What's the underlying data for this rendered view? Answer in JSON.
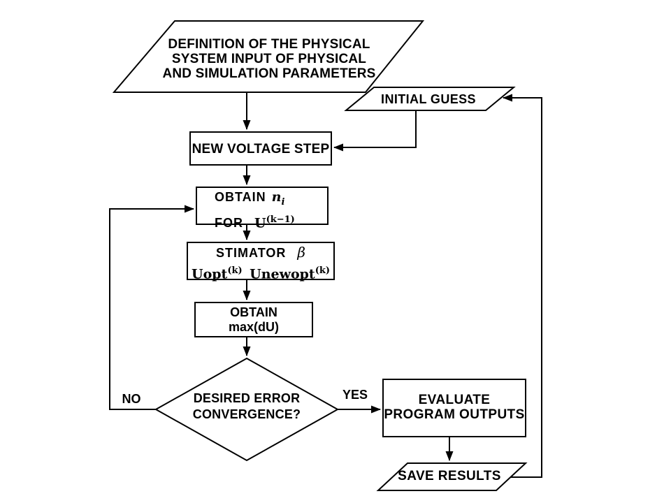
{
  "colors": {
    "background": "#ffffff",
    "stroke": "#000000",
    "text": "#000000"
  },
  "nodes": {
    "definition": {
      "lines": [
        "DEFINITION OF THE PHYSICAL",
        "SYSTEM INPUT OF PHYSICAL",
        "AND SIMULATION PARAMETERS"
      ]
    },
    "initial_guess": {
      "label": "INITIAL GUESS"
    },
    "new_voltage_step": {
      "label": "NEW VOLTAGE STEP"
    },
    "obtain_carriers": {
      "prefix1": "OBTAIN",
      "math1_base": "n",
      "math1_sub": "i",
      "prefix2": "FOR",
      "math2_base": "U",
      "math2_sup": "(k−1)"
    },
    "stimator": {
      "title": "STIMATOR",
      "beta": "β",
      "uopt_base": "Uopt",
      "uopt_sup": "(k)",
      "unewopt_base": "Unewopt",
      "unewopt_sup": "(k)"
    },
    "obtain_max": {
      "line1": "OBTAIN",
      "line2": "max(dU)"
    },
    "decision": {
      "line1": "DESIRED ERROR",
      "line2": "CONVERGENCE?"
    },
    "evaluate": {
      "line1": "EVALUATE",
      "line2": "PROGRAM OUTPUTS"
    },
    "save_results": {
      "label": "SAVE RESULTS"
    }
  },
  "edge_labels": {
    "no": "NO",
    "yes": "YES"
  }
}
